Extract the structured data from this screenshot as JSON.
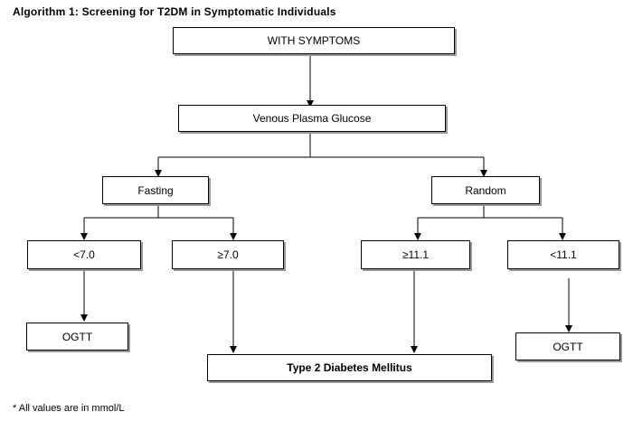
{
  "title": "Algorithm 1: Screening for T2DM in Symptomatic Individuals",
  "nodes": {
    "with_symptoms": "WITH SYMPTOMS",
    "venous_plasma_glucose": "Venous Plasma Glucose",
    "fasting": "Fasting",
    "random": "Random",
    "fasting_lt": "<7.0",
    "fasting_ge": "≥7.0",
    "random_ge": "≥11.1",
    "random_lt": "<11.1",
    "ogtt_left": "OGTT",
    "ogtt_right": "OGTT",
    "t2dm": "Type 2 Diabetes Mellitus"
  },
  "footnote": "* All values are in mmol/L"
}
